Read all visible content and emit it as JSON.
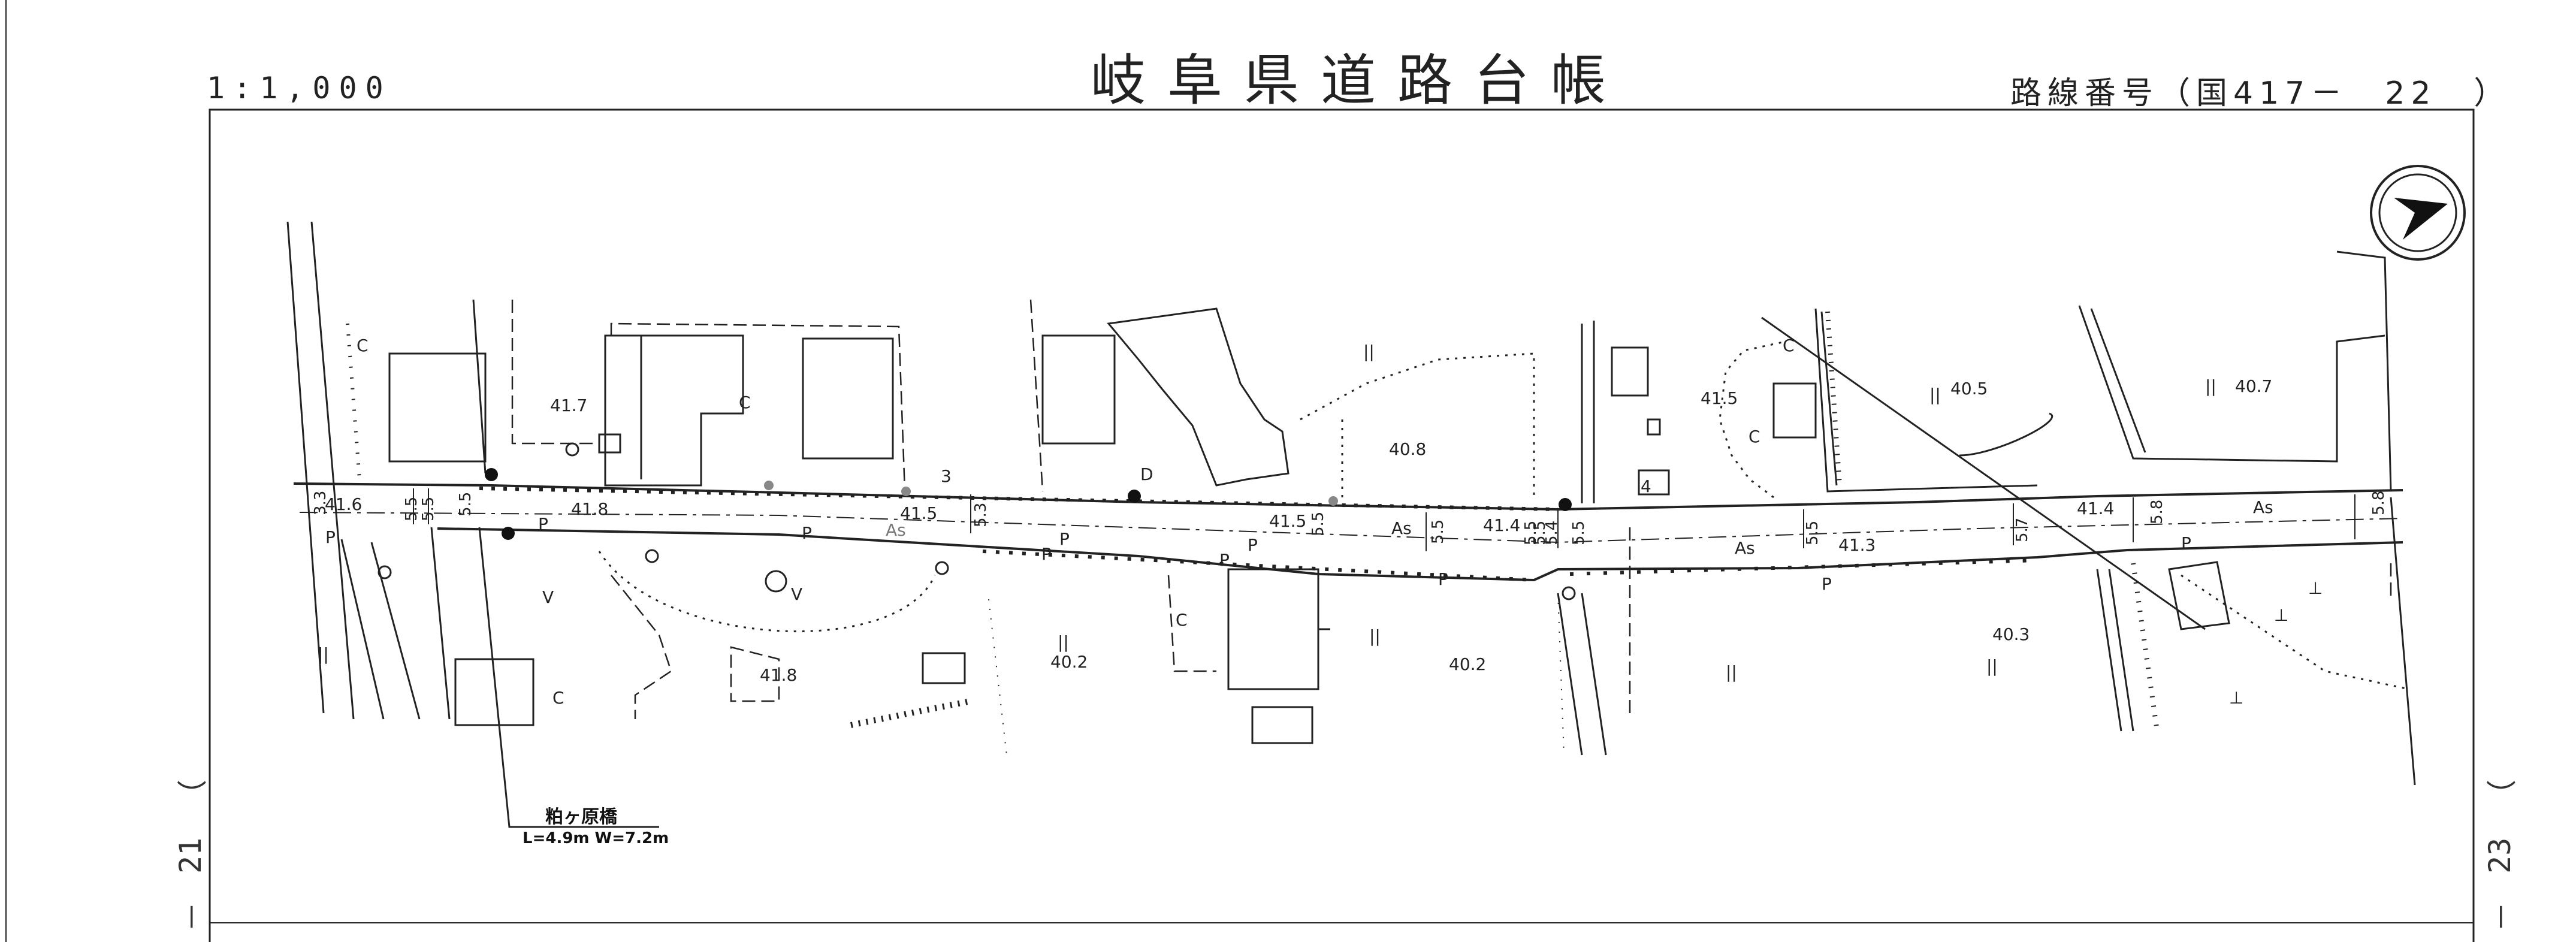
{
  "header": {
    "title": "岐阜県道路台帳",
    "scale": "1:1,000",
    "route_number": "路線番号（国417－　22　）"
  },
  "sheet_refs": {
    "left": [
      "－",
      "21",
      "）"
    ],
    "right": [
      "－",
      "23",
      "）"
    ]
  },
  "bridge": {
    "name": "粕ヶ原橋",
    "dimensions": "L=4.9m  W=7.2m"
  },
  "elevations": [
    "41.7",
    "41.6",
    "41.8",
    "41.5",
    "41.5",
    "41.4",
    "40.8",
    "41.5",
    "40.5",
    "40.7",
    "41.3",
    "41.4",
    "40.2",
    "40.2",
    "41.8",
    "40.3"
  ],
  "road_labels": [
    "As",
    "As",
    "As",
    "As"
  ],
  "road_widths": [
    "3.3",
    "5.5",
    "5.5",
    "5.5",
    "5.3",
    "5.5",
    "5.5",
    "5.5",
    "5.5",
    "5.4",
    "5.5",
    "5.5",
    "5.7",
    "5.8",
    "5.8"
  ],
  "markers": [
    "P",
    "P",
    "P",
    "P",
    "P",
    "P",
    "P",
    "P",
    "P",
    "P",
    "D",
    "3",
    "4"
  ],
  "land_use": [
    "C",
    "C",
    "C",
    "C",
    "C",
    "C",
    "V",
    "V",
    "⊥",
    "⊥",
    "⊥",
    "||",
    "||",
    "||",
    "||",
    "||",
    "||",
    "||",
    "||"
  ],
  "icons": [
    "north-arrow-icon",
    "water-tank-icon"
  ]
}
